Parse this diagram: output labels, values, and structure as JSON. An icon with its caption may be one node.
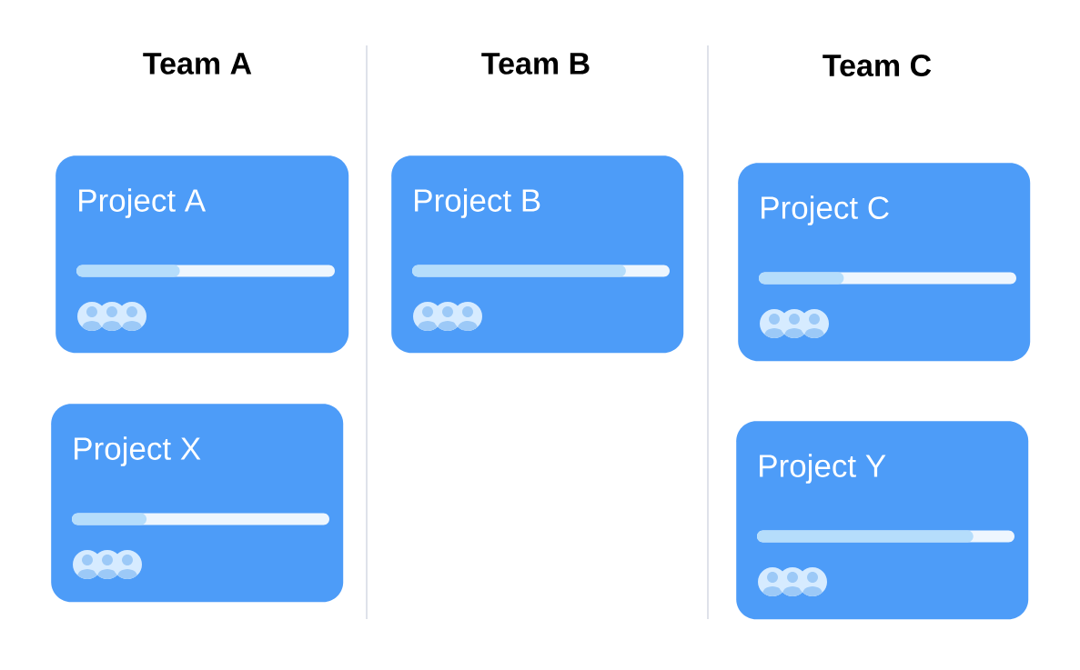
{
  "diagram": {
    "nodes": [
      {
        "text": [
          "Project A"
        ]
      },
      {
        "text": [
          "Project X"
        ]
      },
      {
        "text": [
          "Project B"
        ]
      },
      {
        "text": [
          "Project C"
        ]
      },
      {
        "text": [
          "Project Y"
        ]
      }
    ],
    "labels": [
      "Team A",
      "Team B",
      "Team C"
    ]
  }
}
